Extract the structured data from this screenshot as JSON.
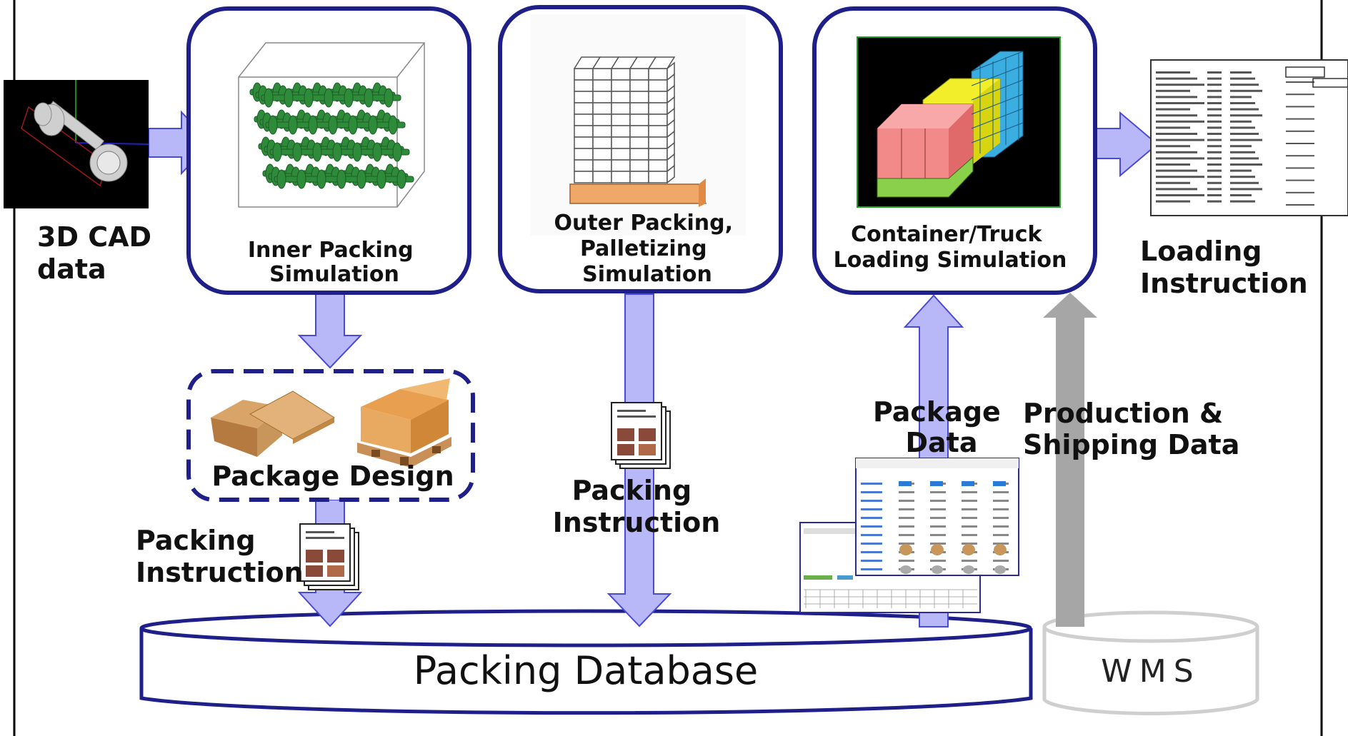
{
  "labels": {
    "cad": [
      "3D CAD",
      "data"
    ],
    "inner": [
      "Inner Packing",
      "Simulation"
    ],
    "outer": [
      "Outer Packing,",
      "Palletizing",
      "Simulation"
    ],
    "container": [
      "Container/Truck",
      "Loading Simulation"
    ],
    "loading_instruction": [
      "Loading",
      "Instruction"
    ],
    "package_design": "Package Design",
    "packing_instruction_left": [
      "Packing",
      "Instruction"
    ],
    "packing_instruction_mid": [
      "Packing",
      "Instruction"
    ],
    "package_data": [
      "Package",
      "Data"
    ],
    "production_data": [
      "Production &",
      "Shipping Data"
    ],
    "packing_database": "Packing Database",
    "wms": "WMS"
  },
  "colors": {
    "frame": "#1f1f8a",
    "arrow_fill": "#b8b8f8",
    "arrow_stroke": "#4a4ad8",
    "gray_arrow": "#a6a6a6",
    "wms": "#d0d0d0",
    "parts_green": "#2e8b3a",
    "box_brown": "#c8955a",
    "pallet": "#f0a868",
    "cargo_pink": "#f28a8a",
    "cargo_yellow": "#f2ee2a",
    "cargo_blue": "#3aaee0",
    "cargo_green": "#8ad04a"
  }
}
